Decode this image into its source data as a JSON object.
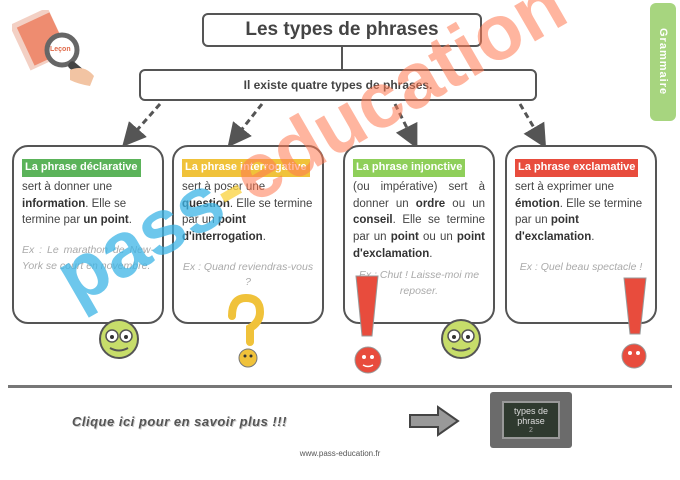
{
  "title": "Les types de phrases",
  "intro": "Il existe quatre types de phrases.",
  "side_tab": "Grammaire",
  "logo": {
    "label": "Leçon"
  },
  "colors": {
    "declarative": "#5bb35a",
    "interrogative": "#f0c23a",
    "injonctive": "#8fcf5a",
    "exclamative": "#e84c3d",
    "tab": "#a7d57f"
  },
  "cards": [
    {
      "label": "La phrase déclarative",
      "desc": [
        {
          "t": "sert à donner une "
        },
        {
          "t": "information",
          "b": true
        },
        {
          "t": ". Elle se termine par "
        },
        {
          "t": "un point",
          "b": true
        },
        {
          "t": "."
        }
      ],
      "example": "Ex : Le marathon de New-York se court en novembre."
    },
    {
      "label": "La phrase interrogative",
      "desc": [
        {
          "t": "sert à poser une "
        },
        {
          "t": "question",
          "b": true
        },
        {
          "t": ". Elle se termine par un "
        },
        {
          "t": "point d'interrogation",
          "b": true
        },
        {
          "t": "."
        }
      ],
      "example": "Ex : Quand reviendras-vous ?"
    },
    {
      "label": "La phrase injonctive",
      "desc": [
        {
          "t": "(ou impérative) sert à donner un "
        },
        {
          "t": "ordre",
          "b": true
        },
        {
          "t": " ou un "
        },
        {
          "t": "conseil",
          "b": true
        },
        {
          "t": ". Elle se termine par un "
        },
        {
          "t": "point",
          "b": true
        },
        {
          "t": " ou un "
        },
        {
          "t": "point d'exclamation",
          "b": true
        },
        {
          "t": "."
        }
      ],
      "example": "Ex : Chut ! Laisse-moi me reposer."
    },
    {
      "label": "La phrase exclamative",
      "desc": [
        {
          "t": "sert à exprimer une "
        },
        {
          "t": "émotion",
          "b": true
        },
        {
          "t": ". Elle se termine par un "
        },
        {
          "t": "point d'exclamation",
          "b": true
        },
        {
          "t": "."
        }
      ],
      "example": "Ex : Quel beau spectacle !"
    }
  ],
  "more_link": "Clique ici pour en savoir plus !!!",
  "thumbnail": {
    "line1": "types de",
    "line2": "phrase",
    "badge": "2"
  },
  "footer_url": "www.pass-education.fr",
  "watermark": {
    "part1": "pass",
    "part2": "education"
  }
}
